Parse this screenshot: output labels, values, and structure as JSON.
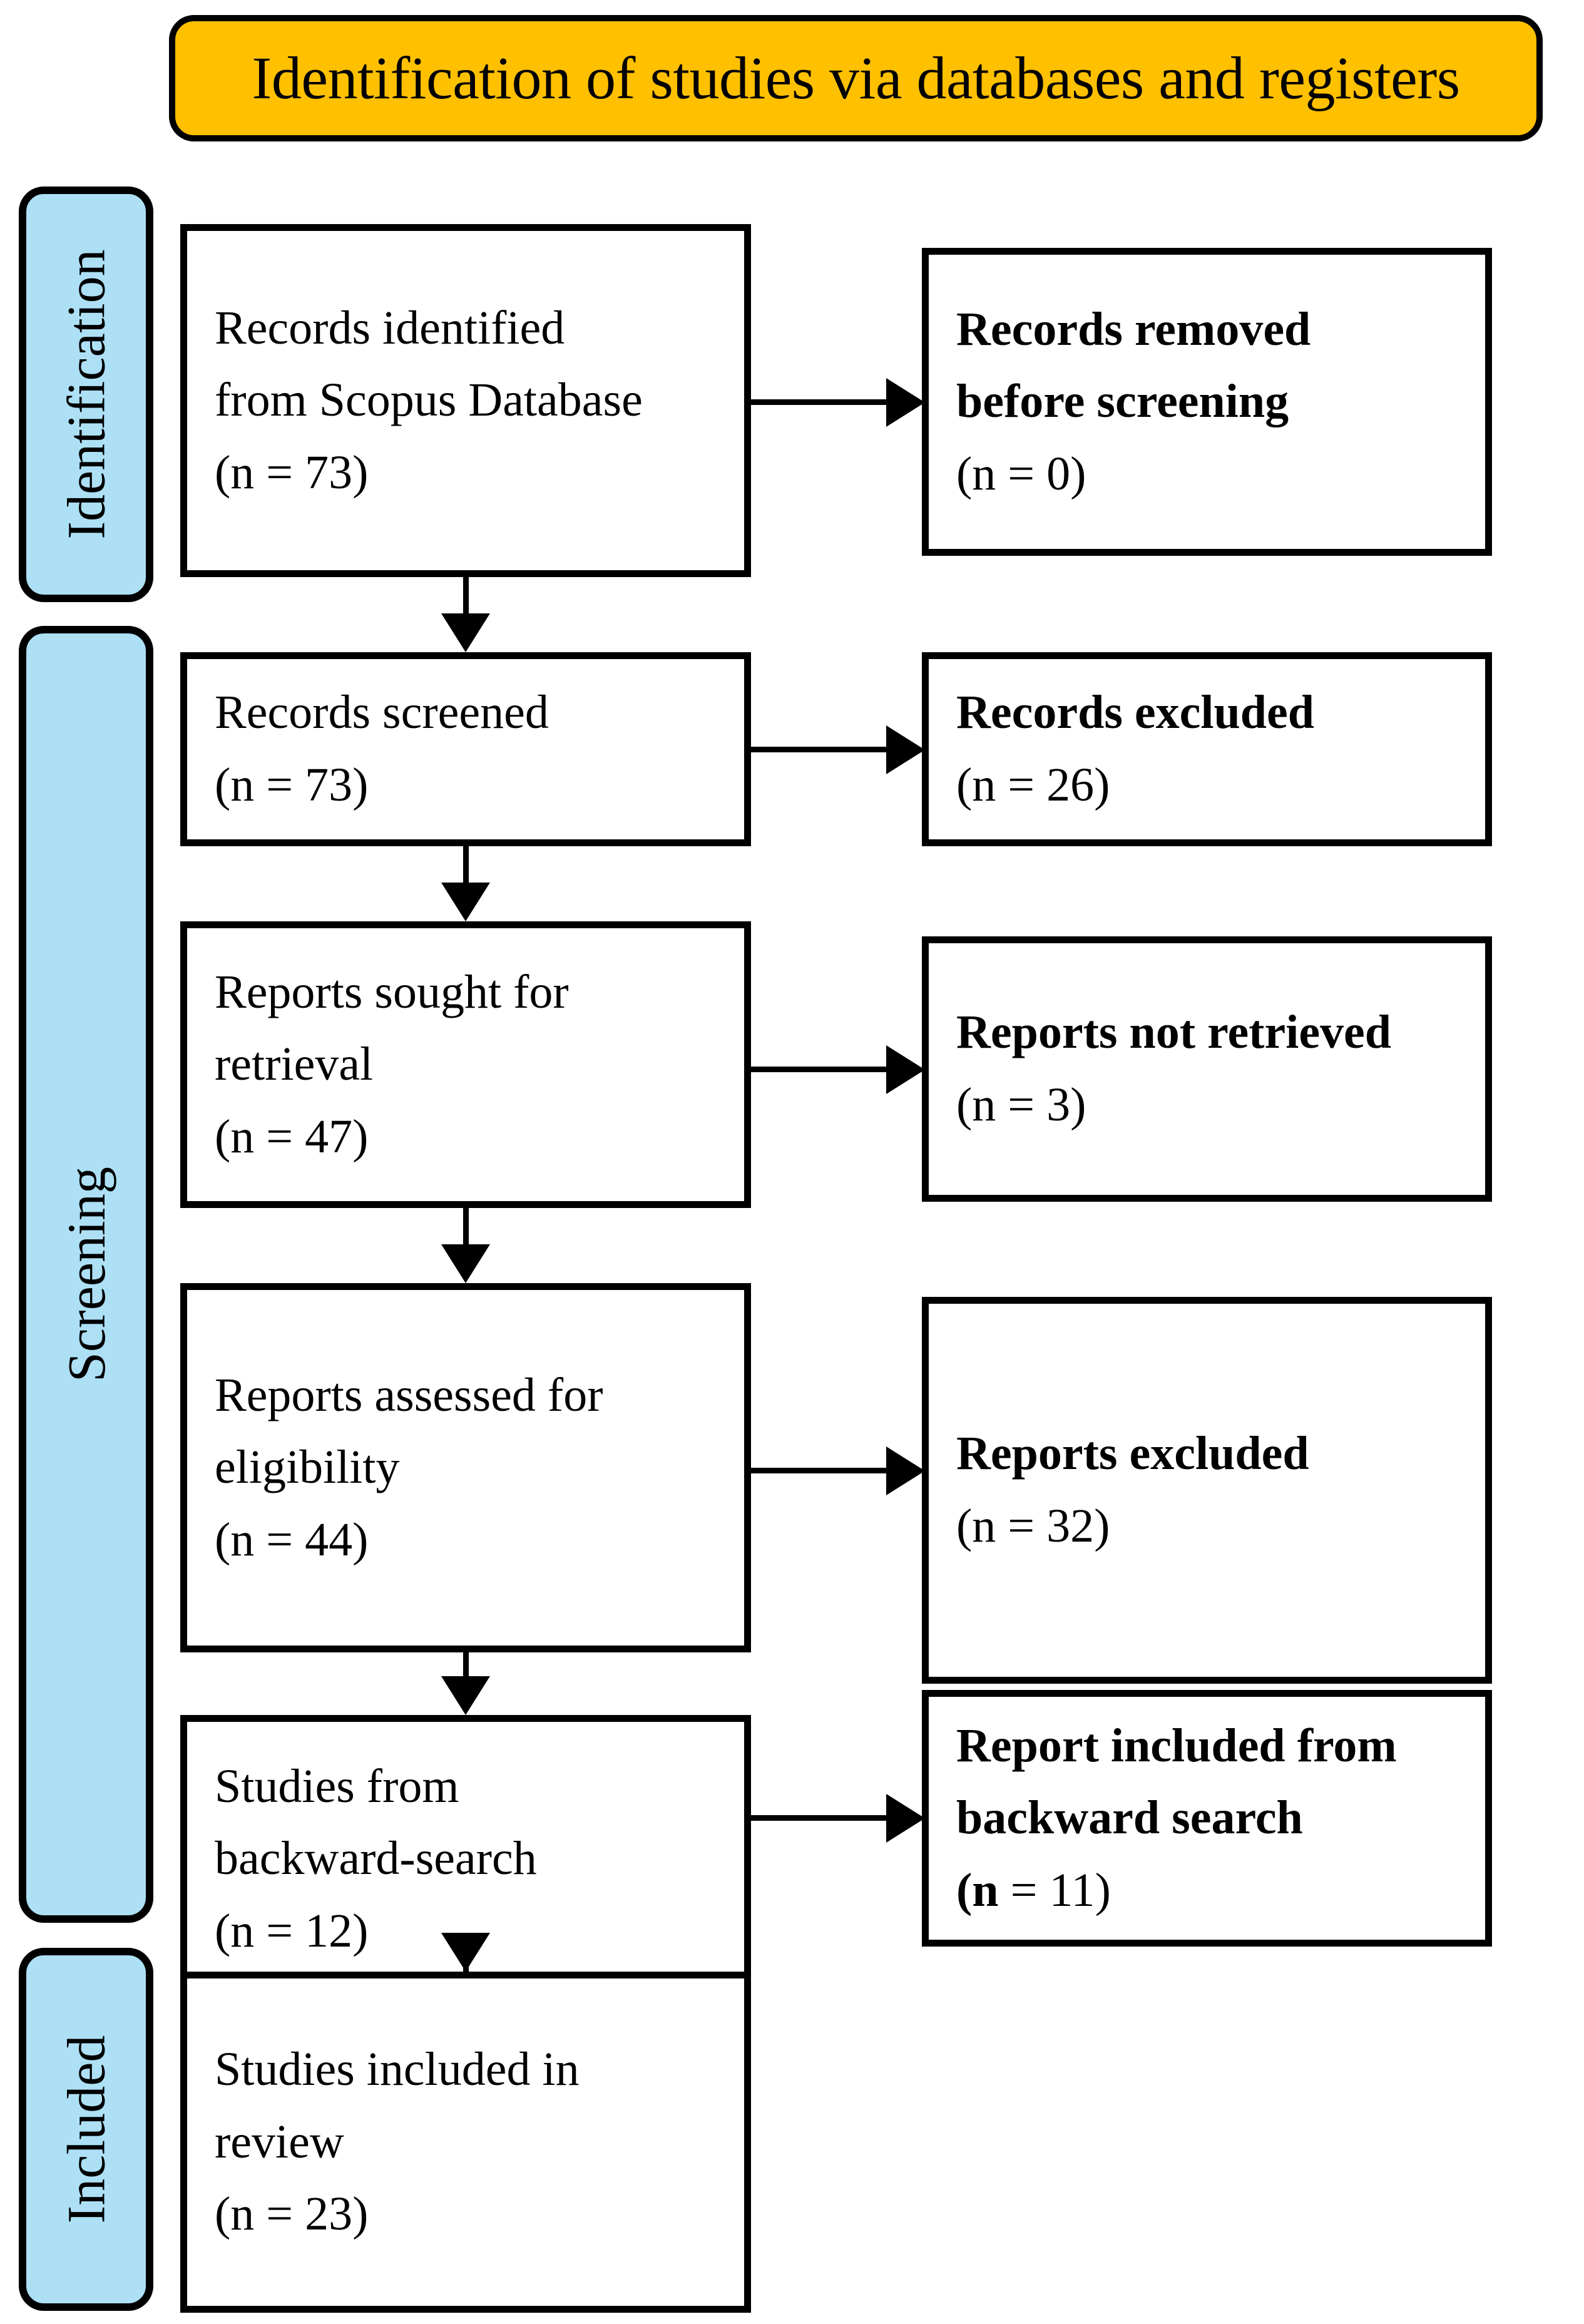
{
  "header": {
    "title": "Identification of studies via databases and registers",
    "background_color": "#FFC000"
  },
  "stages": {
    "accent_color": "#ADE0F5",
    "items": [
      {
        "id": "identification",
        "label": "Identification"
      },
      {
        "id": "screening",
        "label": "Screening"
      },
      {
        "id": "included",
        "label": "Included"
      }
    ]
  },
  "flow": {
    "left_column": [
      {
        "id": "identified",
        "lines": [
          "Records identified",
          "from Scopus Database"
        ],
        "count": "(n = 73)"
      },
      {
        "id": "screened",
        "lines": [
          "Records screened"
        ],
        "count": "(n = 73)"
      },
      {
        "id": "sought",
        "lines": [
          "Reports sought for",
          "retrieval"
        ],
        "count": "(n = 47)"
      },
      {
        "id": "assessed",
        "lines": [
          "Reports assessed for",
          "eligibility"
        ],
        "count": "(n = 44)"
      },
      {
        "id": "backward",
        "lines": [
          "Studies from",
          "backward-search"
        ],
        "count": "(n = 12)"
      },
      {
        "id": "included",
        "lines": [
          "Studies included in",
          "review"
        ],
        "count": "(n = 23)"
      }
    ],
    "right_column": [
      {
        "id": "removed",
        "lines": [
          "Records removed",
          "before screening"
        ],
        "count": "(n = 0)"
      },
      {
        "id": "records-excluded",
        "lines": [
          "Records excluded"
        ],
        "count": "(n = 26)"
      },
      {
        "id": "not-retrieved",
        "lines": [
          "Reports not retrieved"
        ],
        "count": "(n = 3)"
      },
      {
        "id": "reports-excluded",
        "lines": [
          "Reports excluded"
        ],
        "count": "(n = 32)"
      },
      {
        "id": "report-included",
        "lines": [
          "Report included from",
          "backward search"
        ],
        "count": "(n = 11)"
      }
    ]
  },
  "chart_data": {
    "type": "diagram",
    "diagram_kind": "prisma-flow",
    "title": "Identification of studies via databases and registers",
    "nodes": [
      {
        "stage": "Identification",
        "column": "left",
        "text": "Records identified from Scopus Database",
        "n": 73
      },
      {
        "stage": "Identification",
        "column": "right",
        "text": "Records removed before screening",
        "n": 0
      },
      {
        "stage": "Screening",
        "column": "left",
        "text": "Records screened",
        "n": 73
      },
      {
        "stage": "Screening",
        "column": "right",
        "text": "Records excluded",
        "n": 26
      },
      {
        "stage": "Screening",
        "column": "left",
        "text": "Reports sought for retrieval",
        "n": 47
      },
      {
        "stage": "Screening",
        "column": "right",
        "text": "Reports not retrieved",
        "n": 3
      },
      {
        "stage": "Screening",
        "column": "left",
        "text": "Reports assessed for eligibility",
        "n": 44
      },
      {
        "stage": "Screening",
        "column": "right",
        "text": "Reports excluded",
        "n": 32
      },
      {
        "stage": "Screening",
        "column": "left",
        "text": "Studies from backward-search",
        "n": 12
      },
      {
        "stage": "Screening",
        "column": "right",
        "text": "Report included from backward search",
        "n": 11
      },
      {
        "stage": "Included",
        "column": "left",
        "text": "Studies included in review",
        "n": 23
      }
    ]
  }
}
